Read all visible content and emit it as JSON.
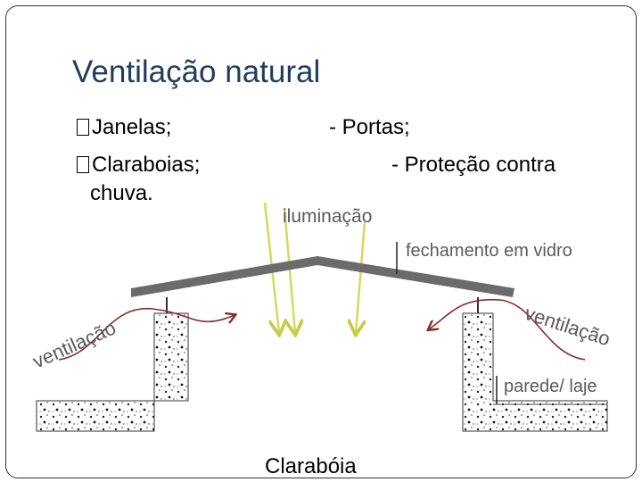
{
  "slide": {
    "title": "Ventilação natural",
    "bullets": {
      "janelas": "Janelas;",
      "portas": "- Portas;",
      "claraboias": "Claraboias;",
      "protecao": "- Proteção contra",
      "chuva": "chuva."
    }
  },
  "diagram": {
    "label_iluminacao": "iluminação",
    "label_fechamento": "fechamento em vidro",
    "label_ventilacao_left": "ventilação",
    "label_ventilacao_right": "ventilação",
    "label_parede": "parede/ laje",
    "caption": "Clarabóia"
  },
  "colors": {
    "title": "#1f3d5c",
    "glass": "#6b6b6b",
    "light_ray": "#d8d85a",
    "label": "#5a5a5a"
  }
}
